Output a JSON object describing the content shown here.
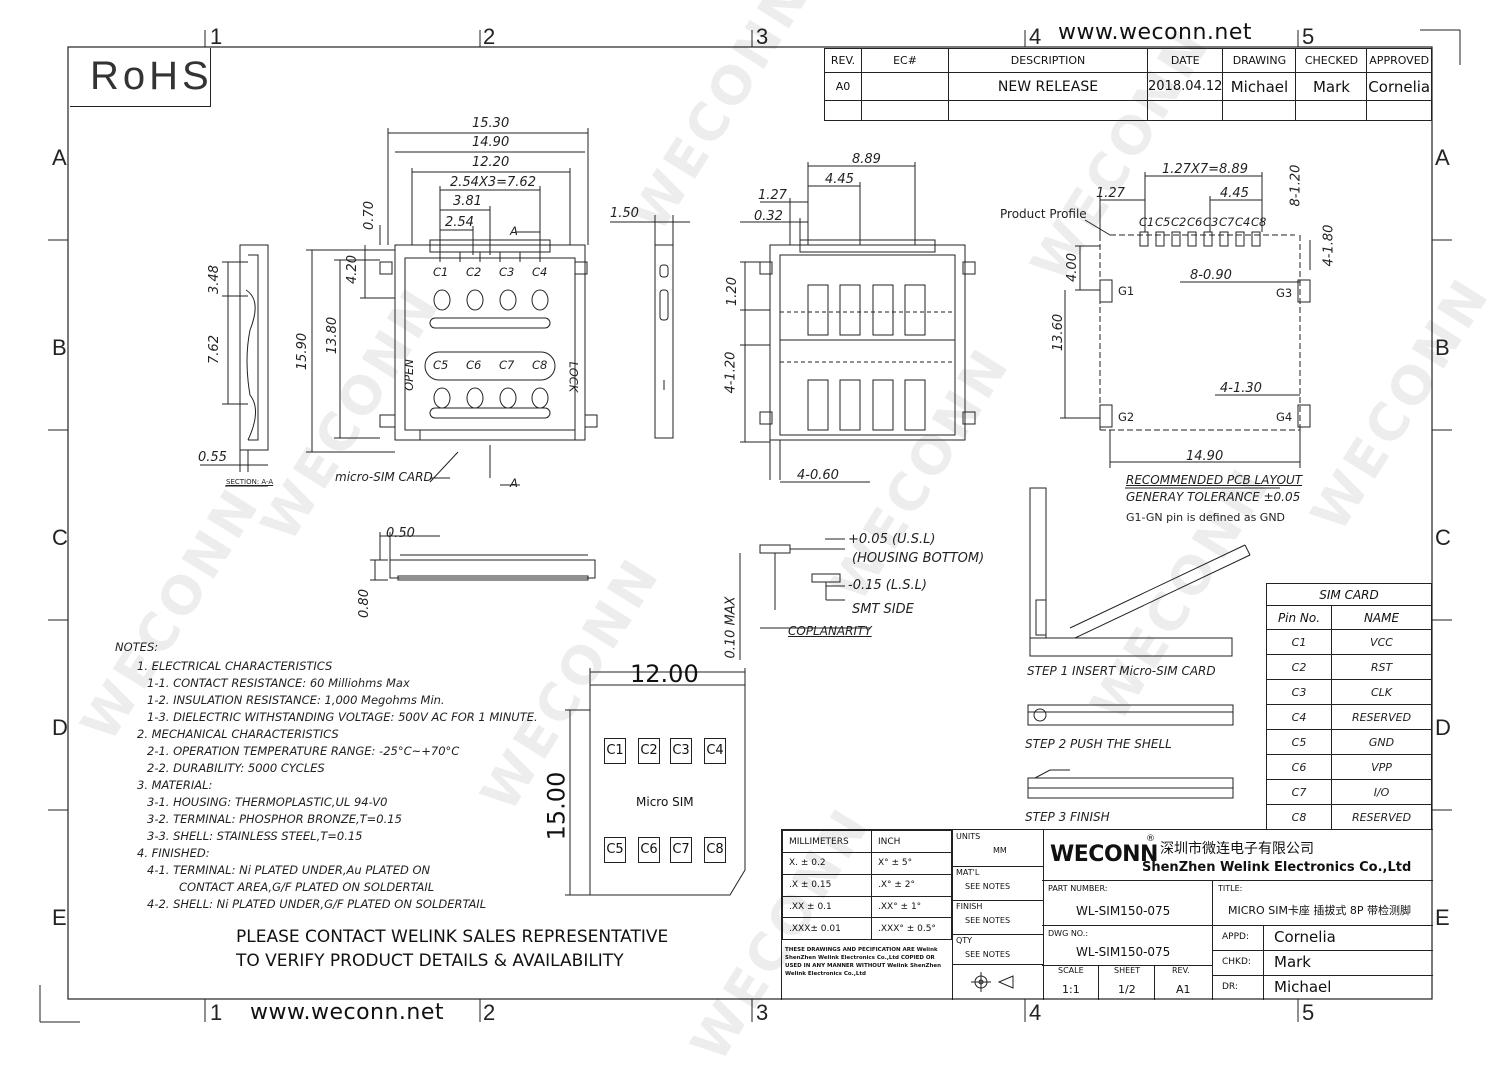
{
  "header": {
    "rohs": "RoHS",
    "website_top": "www.weconn.net",
    "website_bottom": "www.weconn.net"
  },
  "zones": {
    "cols": [
      "1",
      "2",
      "3",
      "4",
      "5"
    ],
    "rows": [
      "A",
      "B",
      "C",
      "D",
      "E"
    ]
  },
  "watermark": "WECONN",
  "revision_table": {
    "headers": [
      "REV.",
      "EC#",
      "DESCRIPTION",
      "DATE",
      "DRAWING",
      "CHECKED",
      "APPROVED"
    ],
    "row": [
      "A0",
      "",
      "NEW RELEASE",
      "2018.04.12",
      "Michael",
      "Mark",
      "Cornelia"
    ]
  },
  "top_view": {
    "dims": [
      "15.30",
      "14.90",
      "12.20",
      "2.54X3=7.62",
      "3.81",
      "2.54",
      "0.70",
      "4.20",
      "15.90",
      "13.80",
      "3.48",
      "7.62",
      "0.55"
    ],
    "contacts": [
      "C1",
      "C2",
      "C3",
      "C4",
      "C5",
      "C6",
      "C7",
      "C8"
    ],
    "section_marker": "A",
    "open": "OPEN",
    "lock": "LOCK",
    "card_label": "micro-SIM CARD",
    "section_label": "SECTION: A-A"
  },
  "side_view": {
    "dim": "1.50"
  },
  "bottom_view": {
    "dims": [
      "8.89",
      "4.45",
      "1.27",
      "0.32",
      "1.20",
      "4-1.20",
      "4-0.60"
    ]
  },
  "front_view": {
    "dims": [
      "0.50",
      "0.80"
    ]
  },
  "coplanarity": {
    "usl": "+0.05 (U.S.L)",
    "housing_bottom": "(HOUSING BOTTOM)",
    "lsl": "-0.15 (L.S.L)",
    "smt_side": "SMT SIDE",
    "max": "0.10 MAX",
    "title": "COPLANARITY"
  },
  "pcb_layout": {
    "product_profile": "Product Profile",
    "dims": [
      "1.27X7=8.89",
      "1.27",
      "4.45",
      "8-1.20",
      "4-1.80",
      "8-0.90",
      "4.00",
      "13.60",
      "4-1.30",
      "14.90"
    ],
    "pins": [
      "C1",
      "C5",
      "C2",
      "C6",
      "C3",
      "C7",
      "C4",
      "C8"
    ],
    "gnd_pads": [
      "G1",
      "G2",
      "G3",
      "G4"
    ],
    "title": "RECOMMENDED PCB LAYOUT",
    "tolerance": "GENERAY TOLERANCE ±0.05",
    "gnd_note": "G1-GN pin is defined as GND"
  },
  "steps": [
    "STEP 1 INSERT Micro-SIM CARD",
    "STEP 2 PUSH THE SHELL",
    "STEP 3 FINISH"
  ],
  "sim_card_table": {
    "title": "SIM CARD",
    "headers": [
      "Pin No.",
      "NAME"
    ],
    "rows": [
      [
        "C1",
        "VCC"
      ],
      [
        "C2",
        "RST"
      ],
      [
        "C3",
        "CLK"
      ],
      [
        "C4",
        "RESERVED"
      ],
      [
        "C5",
        "GND"
      ],
      [
        "C6",
        "VPP"
      ],
      [
        "C7",
        "I/O"
      ],
      [
        "C8",
        "RESERVED"
      ]
    ]
  },
  "notes": {
    "title": "NOTES:",
    "lines": [
      "1. ELECTRICAL CHARACTERISTICS",
      "1-1. CONTACT RESISTANCE: 60 Milliohms Max",
      "1-2. INSULATION RESISTANCE: 1,000 Megohms Min.",
      "1-3. DIELECTRIC WITHSTANDING VOLTAGE: 500V AC FOR 1 MINUTE.",
      "2. MECHANICAL CHARACTERISTICS",
      "2-1. OPERATION TEMPERATURE RANGE: -25°C~+70°C",
      "2-2. DURABILITY: 5000 CYCLES",
      "3. MATERIAL:",
      "3-1. HOUSING: THERMOPLASTIC,UL 94-V0",
      "3-2. TERMINAL: PHOSPHOR BRONZE,T=0.15",
      "3-3. SHELL: STAINLESS STEEL,T=0.15",
      "4. FINISHED:",
      "4-1. TERMINAL: Ni PLATED UNDER,Au PLATED ON",
      "CONTACT AREA,G/F PLATED ON SOLDERTAIL",
      "4-2. SHELL: Ni PLATED UNDER,G/F PLATED ON SOLDERTAIL"
    ]
  },
  "micro_sim": {
    "width": "12.00",
    "height": "15.00",
    "label": "Micro SIM",
    "contacts_top": [
      "C1",
      "C2",
      "C3",
      "C4"
    ],
    "contacts_bottom": [
      "C5",
      "C6",
      "C7",
      "C8"
    ]
  },
  "contact_notice": [
    "PLEASE CONTACT WELINK SALES REPRESENTATIVE",
    "TO VERIFY PRODUCT DETAILS & AVAILABILITY"
  ],
  "title_block": {
    "tol_headers": [
      "MILLIMETERS",
      "INCH"
    ],
    "tol_rows": [
      [
        "X.  ±  0.2",
        "X°  ±  5°"
      ],
      [
        ".X  ±  0.15",
        ".X°  ±  2°"
      ],
      [
        ".XX  ±  0.1",
        ".XX°  ±  1°"
      ],
      [
        ".XXX±  0.01",
        ".XXX°  ±  0.5°"
      ]
    ],
    "units_label": "UNITS",
    "units_value": "MM",
    "matl_label": "MAT'L",
    "matl_value": "SEE NOTES",
    "finish_label": "FINISH",
    "finish_value": "SEE NOTES",
    "qty_label": "QTY",
    "qty_value": "SEE NOTES",
    "confidential": "THESE DRAWINGS AND PECIFICATION ARE Welink ShenZhen Welink Electronics Co.,Ltd COPIED OR USED IN ANY MANNER WITHOUT Welink ShenZhen Welink Electronics Co.,Ltd",
    "brand": "WECONN",
    "company_cn": "深圳市微连电子有限公司",
    "company_en": "ShenZhen Welink Electronics Co.,Ltd",
    "part_number_label": "PART NUMBER:",
    "part_number": "WL-SIM150-075",
    "dwg_no_label": "DWG NO.:",
    "dwg_no": "WL-SIM150-075",
    "title_label": "TITLE:",
    "title": "MICRO SIM卡座 插拔式 8P 带检测脚",
    "scale_label": "SCALE",
    "scale": "1:1",
    "sheet_label": "SHEET",
    "sheet": "1/2",
    "rev_label": "REV.",
    "rev": "A1",
    "appd_label": "APPD:",
    "appd": "Cornelia",
    "chkd_label": "CHKD:",
    "chkd": "Mark",
    "dr_label": "DR:",
    "dr": "Michael"
  }
}
